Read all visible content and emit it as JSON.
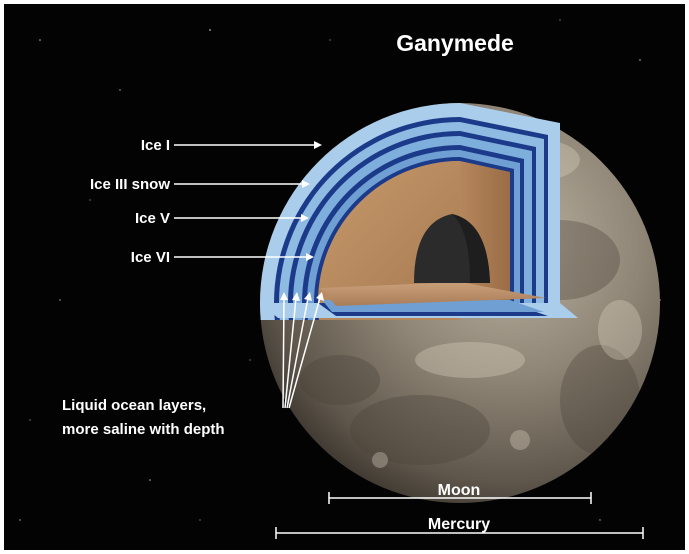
{
  "title": "Ganymede",
  "layers": {
    "ice_i": "Ice I",
    "ice_iii": "Ice III snow",
    "ice_v": "Ice V",
    "ice_vi": "Ice VI"
  },
  "ocean_note": {
    "line1": "Liquid ocean layers,",
    "line2": "more saline with depth"
  },
  "scale_bars": {
    "moon": "Moon",
    "mercury": "Mercury"
  },
  "colors": {
    "background": "#030303",
    "ice_light": "#9fc7e8",
    "ocean_dark": "#1c3a8a",
    "ocean_mid": "#3f66c2",
    "mantle": "#b9895f",
    "core": "#2b2b2b",
    "surface": "#8d8272",
    "label": "#ffffff"
  }
}
